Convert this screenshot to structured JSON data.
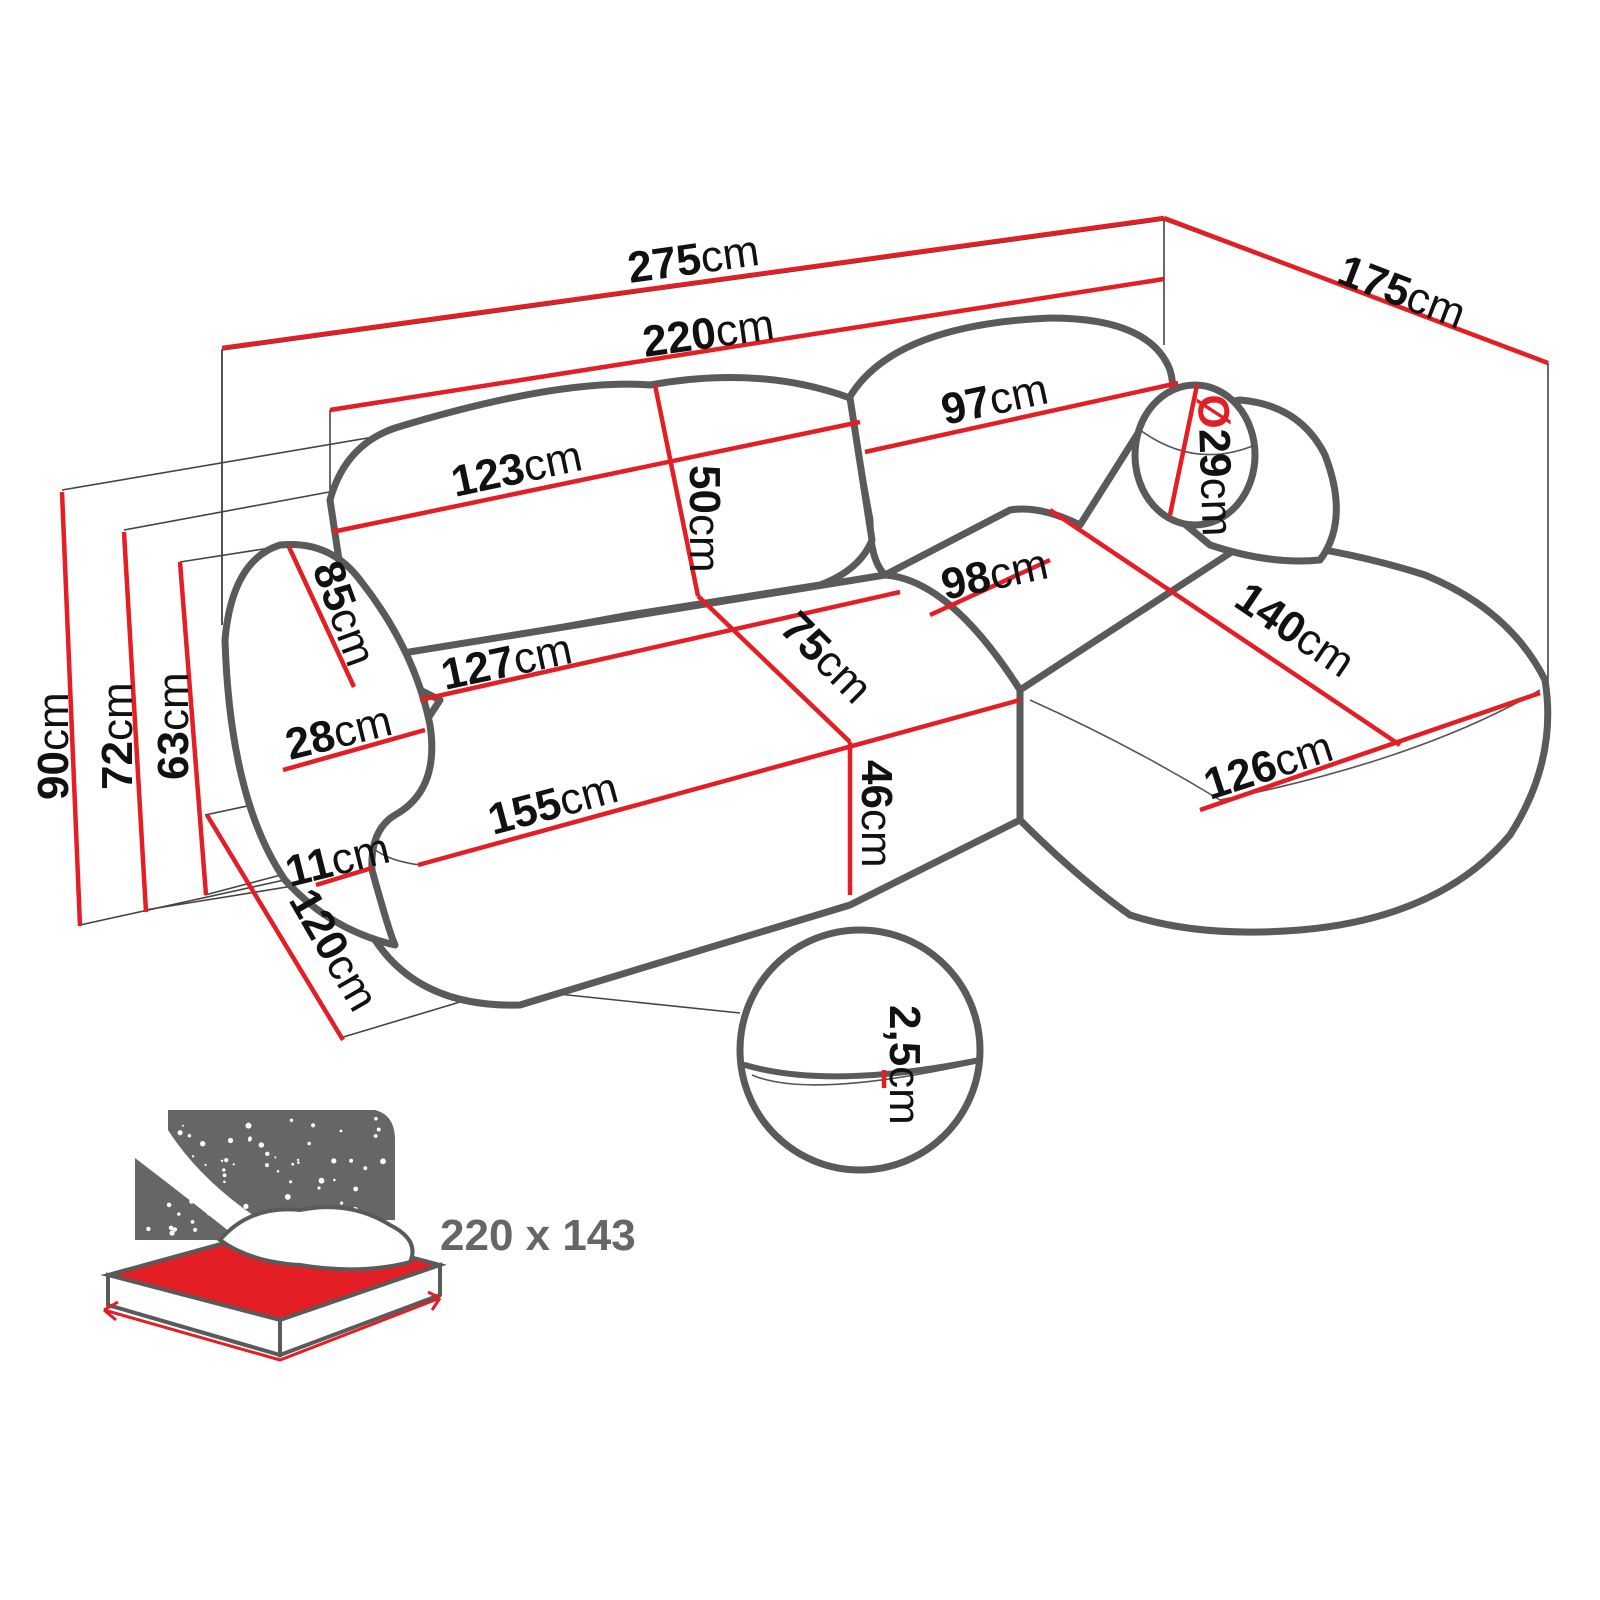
{
  "colors": {
    "accent": "#e31e24",
    "outline": "#5a5a5a",
    "text": "#111111",
    "bed_text": "#666666"
  },
  "dimensions": {
    "total_width": {
      "value": "275",
      "unit": "cm"
    },
    "seat_width": {
      "value": "220",
      "unit": "cm"
    },
    "chaise_depth": {
      "value": "175",
      "unit": "cm"
    },
    "cushion_width": {
      "value": "123",
      "unit": "cm"
    },
    "cushion_height": {
      "value": "50",
      "unit": "cm"
    },
    "cushion2_width": {
      "value": "97",
      "unit": "cm"
    },
    "pillow_diameter": {
      "symbol": "Ø",
      "value": "29",
      "unit": "cm"
    },
    "armrest_depth": {
      "value": "85",
      "unit": "cm"
    },
    "armrest_width": {
      "value": "28",
      "unit": "cm"
    },
    "seat_depth_left": {
      "value": "127",
      "unit": "cm"
    },
    "seat_depth": {
      "value": "75",
      "unit": "cm"
    },
    "chaise_width": {
      "value": "98",
      "unit": "cm"
    },
    "chaise_length": {
      "value": "140",
      "unit": "cm"
    },
    "chaise_front": {
      "value": "126",
      "unit": "cm"
    },
    "front_width": {
      "value": "155",
      "unit": "cm"
    },
    "seat_height": {
      "value": "46",
      "unit": "cm"
    },
    "leg_height": {
      "value": "11",
      "unit": "cm"
    },
    "side_depth": {
      "value": "120",
      "unit": "cm"
    },
    "height_total": {
      "value": "90",
      "unit": "cm"
    },
    "height_back": {
      "value": "72",
      "unit": "cm"
    },
    "height_arm": {
      "value": "63",
      "unit": "cm"
    },
    "detail_gap": {
      "value": "2,5",
      "unit": "cm"
    }
  },
  "sleeping_area": {
    "label": "220 x 143",
    "icon": "bed-icon"
  }
}
